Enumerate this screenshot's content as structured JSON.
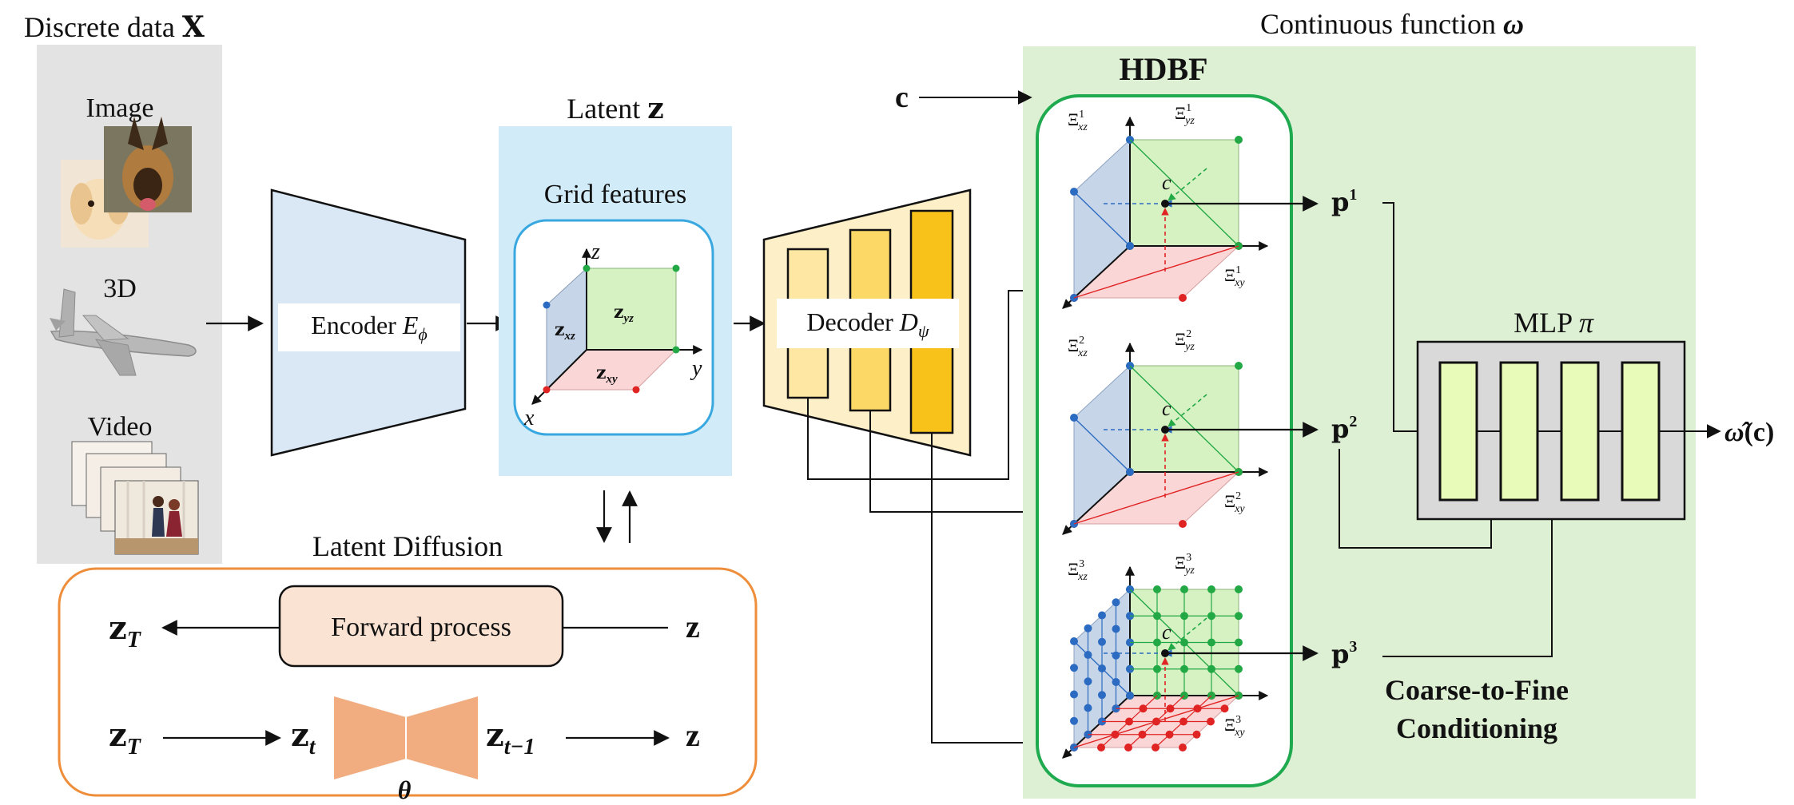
{
  "left_panel": {
    "title_text": "Discrete data",
    "title_symbol": "X",
    "items": [
      {
        "label": "Image",
        "icon": "dog-photo-icon"
      },
      {
        "label": "3D",
        "icon": "airplane-3d-icon"
      },
      {
        "label": "Video",
        "icon": "video-frames-icon"
      }
    ]
  },
  "encoder": {
    "label": "Encoder ",
    "symbol": "E",
    "sub": "ϕ"
  },
  "latent": {
    "title_text": "Latent",
    "title_symbol": "z",
    "grid_title": "Grid features",
    "axes": {
      "z": "z",
      "y": "y",
      "x": "x"
    },
    "planes": {
      "yz_main": "z",
      "yz_sub": "yz",
      "xz_main": "z",
      "xz_sub": "xz",
      "xy_main": "z",
      "xy_sub": "xy"
    }
  },
  "decoder": {
    "label": "Decoder ",
    "symbol": "D",
    "sub": "ψ"
  },
  "diffusion": {
    "title": "Latent Diffusion",
    "forward_label": "Forward process",
    "row1_left": "z",
    "row1_left_sub": "T",
    "row1_right": "z",
    "row2_left": "z",
    "row2_left_sub": "T",
    "row2_mid": "z",
    "row2_mid_sub": "t",
    "row2_next": "z",
    "row2_next_sub": "t−1",
    "row2_right": "z",
    "theta": "θ"
  },
  "continuous": {
    "title_text": "Continuous function",
    "title_symbol": "ω"
  },
  "hdbf": {
    "title": "HDBF",
    "input": "c",
    "point_label": "c",
    "levels": [
      {
        "xz": "Ξ",
        "xz_sup": "1",
        "xz_sub": "xz",
        "yz_sup": "1",
        "yz_sub": "yz",
        "xy_sup": "1",
        "xy_sub": "xy",
        "p": "p",
        "p_sup": "1"
      },
      {
        "xz": "Ξ",
        "xz_sup": "2",
        "xz_sub": "xz",
        "yz_sup": "2",
        "yz_sub": "yz",
        "xy_sup": "2",
        "xy_sub": "xy",
        "p": "p",
        "p_sup": "2"
      },
      {
        "xz": "Ξ",
        "xz_sup": "3",
        "xz_sub": "xz",
        "yz_sup": "3",
        "yz_sub": "yz",
        "xy_sup": "3",
        "xy_sub": "xy",
        "p": "p",
        "p_sup": "3"
      }
    ]
  },
  "mlp": {
    "label": "MLP ",
    "symbol": "π",
    "output_main": "ω̂",
    "output_arg": "(c)"
  },
  "conditioning": {
    "line1": "Coarse-to-Fine",
    "line2": "Conditioning"
  },
  "colors": {
    "data_bg": "#e3e3e3",
    "encoder_fill": "#dae8f5",
    "latent_bg": "#d1ecf8",
    "latent_border": "#3aa8e0",
    "decoder_fill": "#fdefc8",
    "decoder_bar1": "#fde7a3",
    "decoder_bar2": "#fcd867",
    "decoder_bar3": "#f9c21a",
    "hdbf_bg": "#ddf0d4",
    "hdbf_border": "#1faa50",
    "mlp_bg": "#d9d9d9",
    "mlp_block": "#e8fbb8",
    "diffusion_border": "#ee8d3a",
    "forward_fill": "#fbe3d3",
    "unet_fill": "#f1ad80",
    "plane_blue": "#c6d5e8",
    "plane_green": "#d6f2c2",
    "plane_red": "#fad6d6",
    "dot_green": "#22a845",
    "dot_blue": "#2c6bc2",
    "dot_red": "#e02424"
  }
}
